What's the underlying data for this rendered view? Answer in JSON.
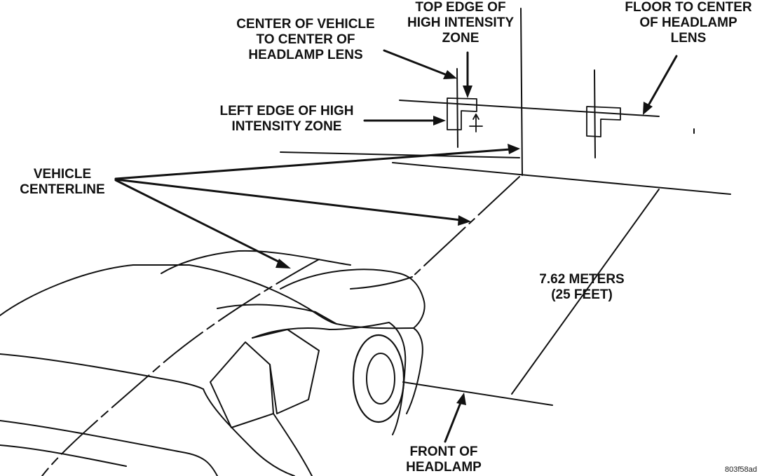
{
  "labels": {
    "center_vehicle": [
      "CENTER OF VEHICLE",
      "TO CENTER OF",
      "HEADLAMP LENS"
    ],
    "top_edge": [
      "TOP EDGE OF",
      "HIGH INTENSITY",
      "ZONE"
    ],
    "floor_center": [
      "FLOOR TO CENTER",
      "OF HEADLAMP",
      "LENS"
    ],
    "left_edge": [
      "LEFT EDGE OF HIGH",
      "INTENSITY ZONE"
    ],
    "vehicle_centerline": [
      "VEHICLE",
      "CENTERLINE"
    ],
    "distance": [
      "7.62 METERS",
      "(25 FEET)"
    ],
    "front_headlamp": [
      "FRONT OF",
      "HEADLAMP"
    ]
  },
  "figure_code": "803f58ad",
  "colors": {
    "ink": "#111111",
    "background": "#ffffff"
  }
}
